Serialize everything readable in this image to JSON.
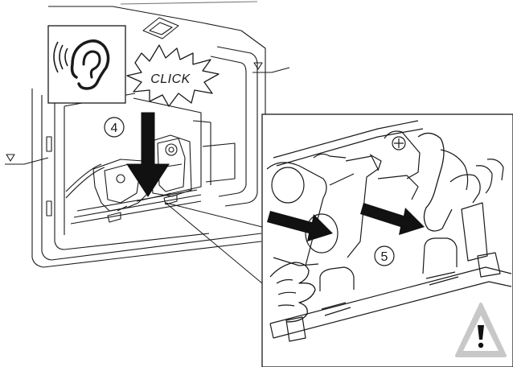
{
  "illustration": {
    "sound_label": "CLICK",
    "step_a": "4",
    "step_b": "5",
    "icons": [
      "ear-icon",
      "burst-icon",
      "warning-icon",
      "level-mark-icon"
    ],
    "colors": {
      "line": "#1a1a1a",
      "fill": "#ffffff",
      "arrow": "#111111",
      "warning": "#c8c8c8",
      "warning_mark": "#111111"
    }
  }
}
